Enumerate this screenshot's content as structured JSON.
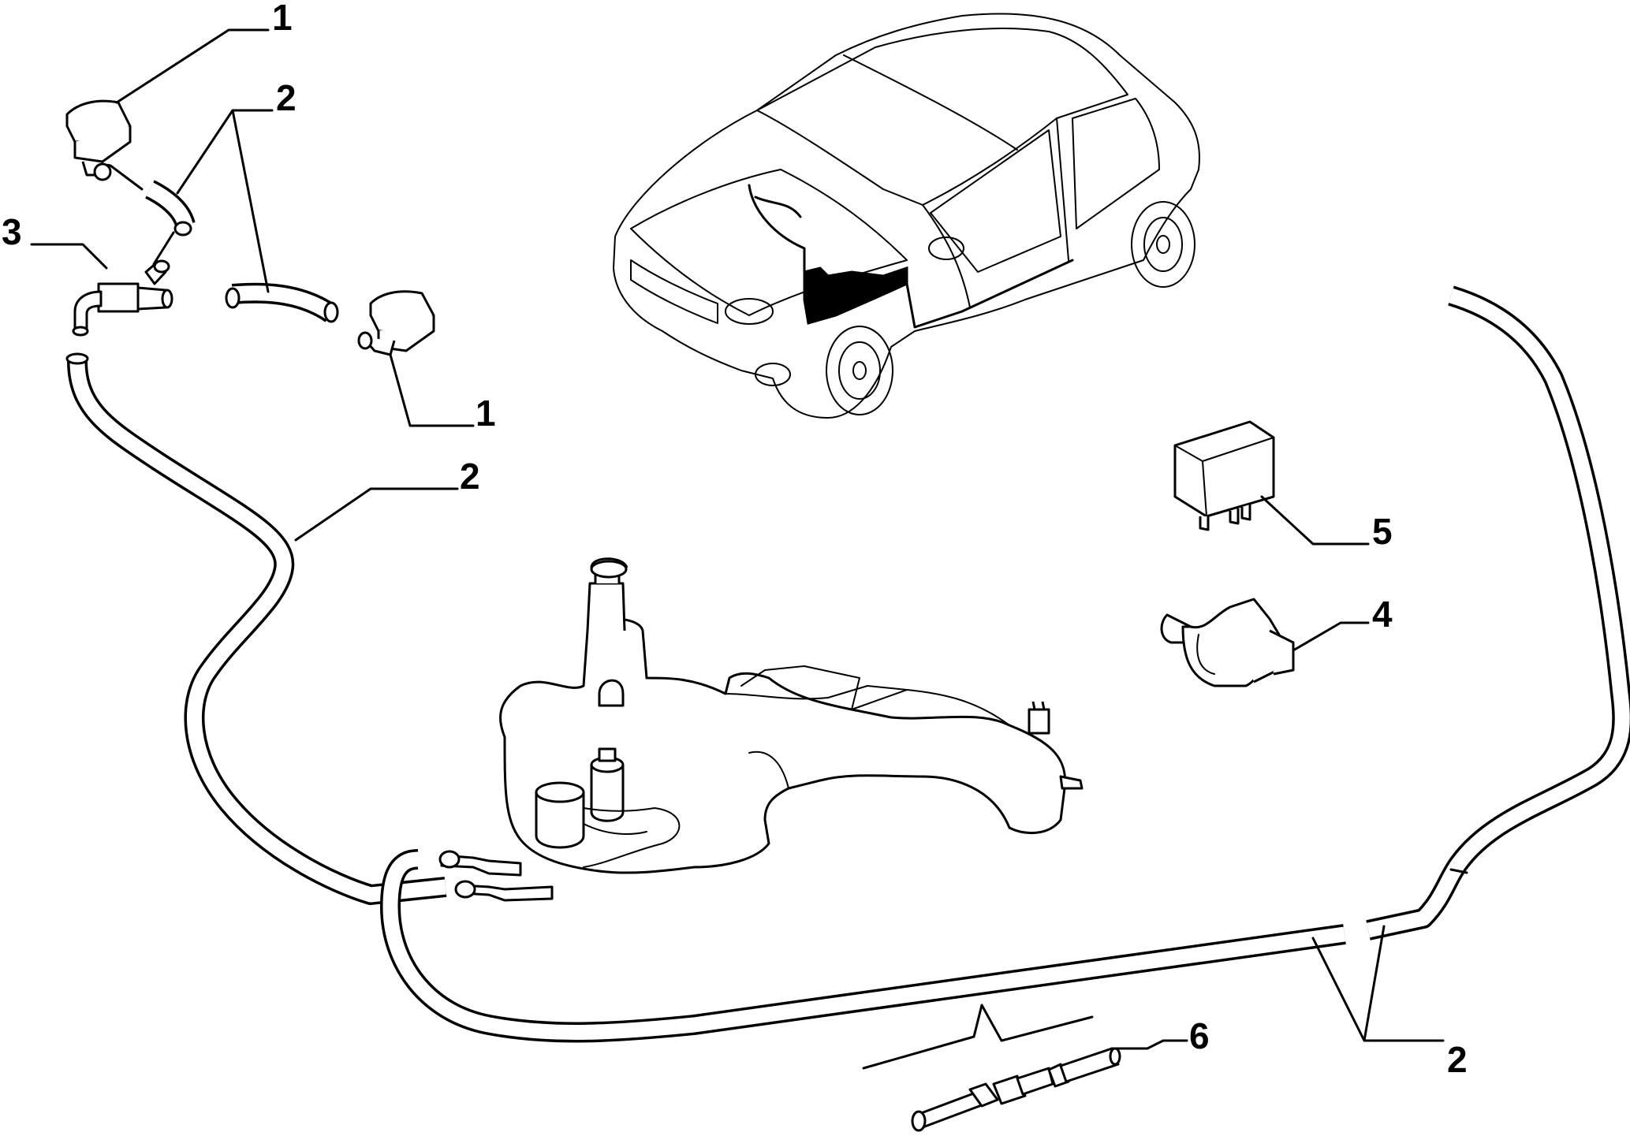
{
  "callouts": [
    {
      "id": "c1a",
      "label": "1"
    },
    {
      "id": "c2a",
      "label": "2"
    },
    {
      "id": "c3",
      "label": "3"
    },
    {
      "id": "c1b",
      "label": "1"
    },
    {
      "id": "c2b",
      "label": "2"
    },
    {
      "id": "c5",
      "label": "5"
    },
    {
      "id": "c4",
      "label": "4"
    },
    {
      "id": "c6",
      "label": "6"
    },
    {
      "id": "c2c",
      "label": "2"
    }
  ],
  "parts": [
    {
      "ref": "1",
      "icon": "washer-nozzle-icon"
    },
    {
      "ref": "2",
      "icon": "washer-hose-icon"
    },
    {
      "ref": "3",
      "icon": "t-connector-icon"
    },
    {
      "ref": "4",
      "icon": "hose-clip-icon"
    },
    {
      "ref": "5",
      "icon": "relay-icon"
    },
    {
      "ref": "6",
      "icon": "hose-joint-icon"
    }
  ],
  "colors": {
    "line": "#000000",
    "background": "#ffffff"
  }
}
